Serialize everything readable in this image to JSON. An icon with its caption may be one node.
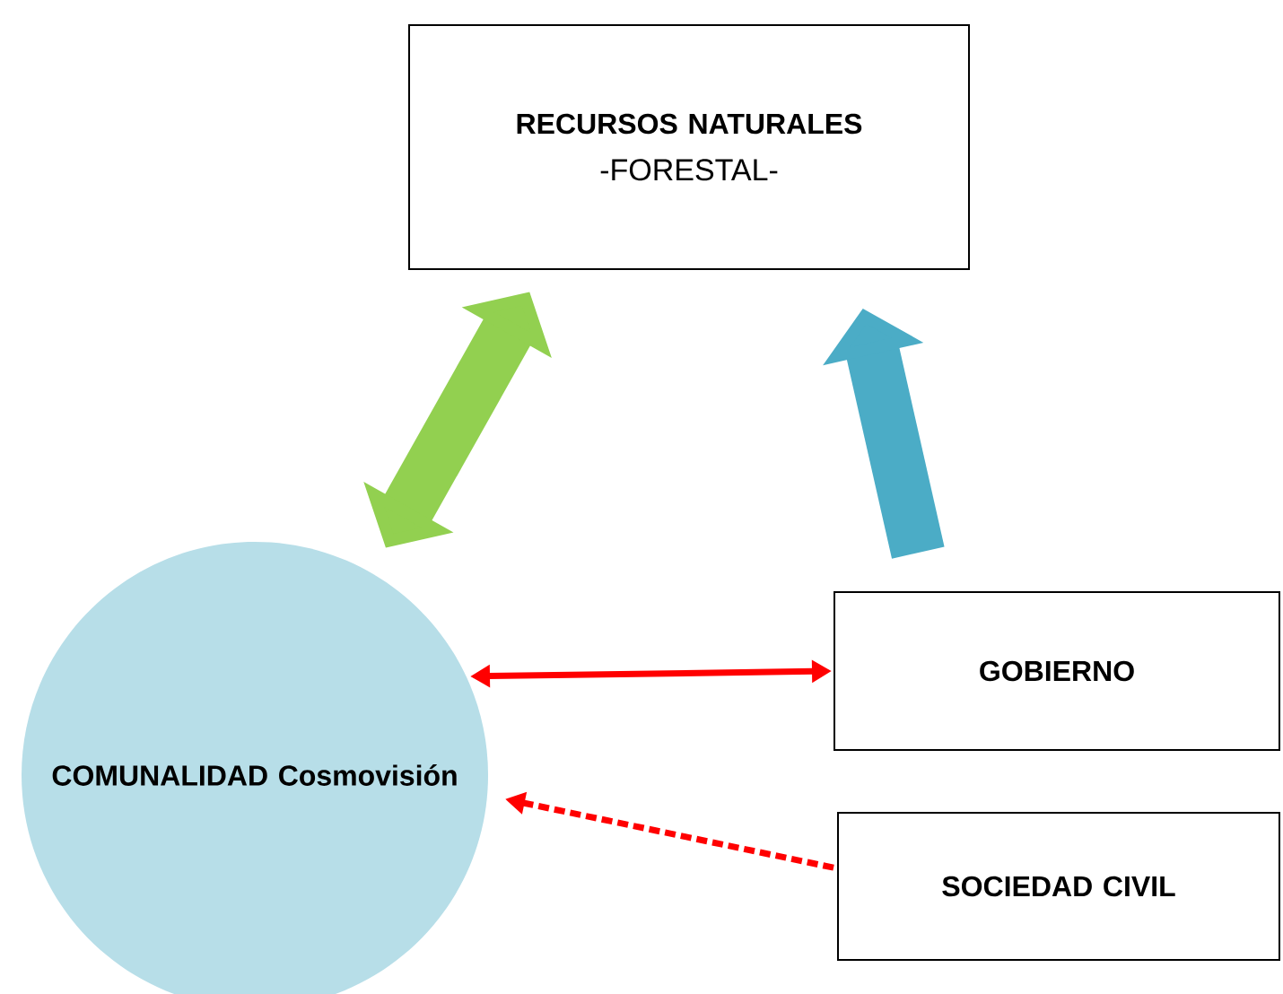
{
  "diagram": {
    "nodes": [
      {
        "text": [
          "RECURSOS NATURALES",
          "-FORESTAL-"
        ]
      },
      {
        "text": [
          "COMUNALIDAD Cosmovisión"
        ]
      },
      {
        "text": [
          "GOBIERNO"
        ]
      },
      {
        "text": [
          "SOCIEDAD CIVIL"
        ]
      }
    ],
    "edges": [
      {
        "from": 1,
        "to": 0,
        "arrow": "both",
        "style": "thick",
        "color": "#92d050"
      },
      {
        "from": 2,
        "to": 0,
        "arrow": "to",
        "style": "thick",
        "color": "#4bacc6"
      },
      {
        "from": 1,
        "to": 2,
        "arrow": "both",
        "color": "#ff0000"
      },
      {
        "from": 3,
        "to": 1,
        "arrow": "to",
        "style": "dashed",
        "color": "#ff0000"
      }
    ]
  }
}
